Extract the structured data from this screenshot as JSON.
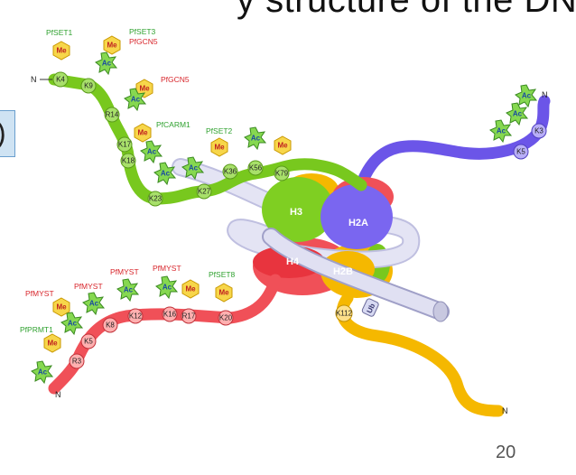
{
  "title": "y structure of the DNA",
  "left_fragment_text": ")",
  "page_number": "20",
  "colors": {
    "h3": "#78c81e",
    "h4": "#f05058",
    "h2a": "#7a66f0",
    "h2b": "#f5b800",
    "dna": "#dcdcf0",
    "methyl": "#f7d64a",
    "acetyl": "#86d850",
    "enzyme_green": "#2fa12f",
    "enzyme_red": "#d8262c"
  },
  "core": {
    "h3": "H3",
    "h2a": "H2A",
    "h4": "H4",
    "h2b": "H2B"
  },
  "tails": {
    "h3": {
      "n_term": "N",
      "residues": [
        "K4",
        "K9",
        "R14",
        "K17",
        "K18",
        "K23",
        "K27",
        "K36",
        "K56",
        "K79"
      ],
      "enzymes": [
        "PfSET1",
        "PfSET3",
        "PfGCN5",
        "PfGCN5",
        "PfCARM1",
        "PfSET2"
      ]
    },
    "h4": {
      "n_term": "N",
      "residues": [
        "R3",
        "K5",
        "K8",
        "K12",
        "K16",
        "R17",
        "K20"
      ],
      "enzymes": [
        "PfMYST",
        "PfMYST",
        "PfMYST",
        "PfMYST",
        "PfPRMT1",
        "PfSET8"
      ]
    },
    "h2a": {
      "n_term": "N",
      "residues": [
        "K3",
        "K5"
      ]
    },
    "h2b": {
      "n_term": "N",
      "residues": [
        "K112"
      ],
      "ub_label": "Ub"
    }
  },
  "modifications": {
    "methyl": "Me",
    "acetyl": "Ac"
  }
}
